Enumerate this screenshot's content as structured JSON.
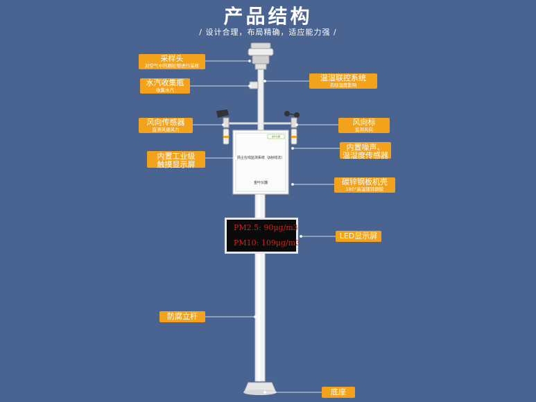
{
  "header": {
    "title": "产品结构",
    "subtitle": "/ 设计合理，布局精确，适应能力强 /"
  },
  "device": {
    "box_title": "扬尘在线监测系统（β射线法）",
    "box_label": "金叶仪器",
    "brand": "金叶仪器",
    "led_line1": "PM2.5: 90μg/m3",
    "led_line2": "PM10: 109μg/m3"
  },
  "labels": {
    "sampling_head": {
      "main": "采样头",
      "sub": "对空气中的颗粒物进行采样"
    },
    "water_bottle": {
      "main": "水汽收集瓶",
      "sub": "收集水汽"
    },
    "temp_humidity_control": {
      "main": "温湿联控系统",
      "sub": "去除湿度影响"
    },
    "wind_direction_sensor": {
      "main": "风向传感器",
      "sub": "监测风速风力"
    },
    "wind_vane": {
      "main": "风向标",
      "sub": "监测风向"
    },
    "touch_screen": {
      "main": "内置工业级",
      "sub": "触摸显示屏"
    },
    "noise_sensor": {
      "main": "内置噪声、",
      "sub": "温湿度传感器"
    },
    "steel_case": {
      "main": "碳锌钢板机壳",
      "sub": "180°高温镀锌颜胶"
    },
    "led_screen": {
      "main": "LED显示屏"
    },
    "pole": {
      "main": "防腐立杆"
    },
    "base": {
      "main": "底座"
    }
  },
  "colors": {
    "background": "#4a6491",
    "tag": "#f2a21b",
    "led_text": "#d0231b"
  }
}
